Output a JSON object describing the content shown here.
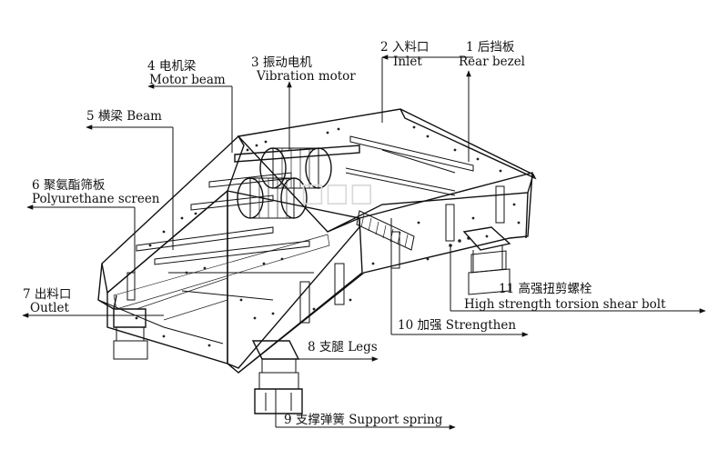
{
  "labels": [
    {
      "id": "rear-bezel",
      "number": "1",
      "zh": "后挡板",
      "en": "Rear bezel"
    },
    {
      "id": "inlet",
      "number": "2",
      "zh": "入料口",
      "en": "Inlet"
    },
    {
      "id": "vibration-motor",
      "number": "3",
      "zh": "振动电机",
      "en": "Vibration motor"
    },
    {
      "id": "motor-beam",
      "number": "4",
      "zh": "电机梁",
      "en": "Motor beam"
    },
    {
      "id": "beam",
      "number": "5",
      "zh": "横梁",
      "en": "Beam"
    },
    {
      "id": "polyurethane-screen",
      "number": "6",
      "zh": "聚氨酯筛板",
      "en": "Polyurethane screen"
    },
    {
      "id": "outlet",
      "number": "7",
      "zh": "出料口",
      "en": "Outlet"
    },
    {
      "id": "legs",
      "number": "8",
      "zh": "支腿",
      "en": "Legs"
    },
    {
      "id": "support-spring",
      "number": "9",
      "zh": "支撑弹簧",
      "en": "Support spring"
    },
    {
      "id": "strengthen",
      "number": "10",
      "zh": "加强",
      "en": "Strengthen"
    },
    {
      "id": "shear-bolt",
      "number": "11",
      "zh": "高强扭剪螺栓",
      "en": "High strength torsion shear bolt"
    }
  ]
}
